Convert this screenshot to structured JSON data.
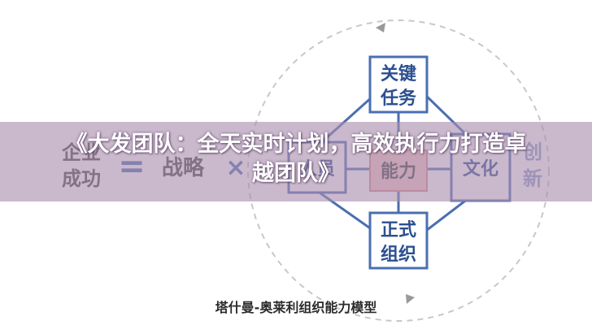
{
  "diagram": {
    "left_text": [
      "企业",
      "成功"
    ],
    "equals": "=",
    "strategy": "战略",
    "times": "×",
    "boxes": {
      "top": [
        "关键",
        "任务"
      ],
      "left": [
        "人员"
      ],
      "center": [
        "能力"
      ],
      "right": [
        "文化"
      ],
      "bottom": [
        "正式",
        "组织"
      ]
    },
    "right_extra": [
      "创",
      "新"
    ],
    "caption": "塔什曼-奥莱利组织能力模型",
    "colors": {
      "box_border": "#4a6fb0",
      "box_fill": "#ffffff",
      "center_fill": "#f3c7c3",
      "circle": "#c8c8c8",
      "lines": "#4a6fb0"
    }
  },
  "banner": {
    "title_line1": "《大发团队：全天实时计划，高效执行力打造卓",
    "title_line2": "越团队》"
  }
}
